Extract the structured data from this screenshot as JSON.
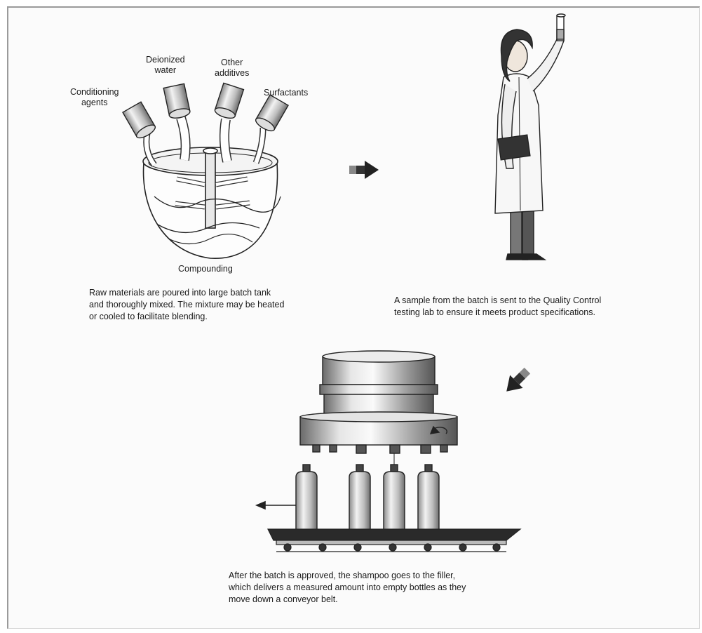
{
  "labels": {
    "conditioning": "Conditioning\nagents",
    "deionized": "Deionized\nwater",
    "other": "Other\nadditives",
    "surfactants": "Surfactants",
    "compounding": "Compounding"
  },
  "captions": {
    "step1": "Raw materials are poured into large batch tank\nand thoroughly mixed. The mixture may be heated\nor cooled to facilitate blending.",
    "step2": "A sample from the batch is sent to the Quality Control\ntesting lab to ensure it meets product specifications.",
    "step3": "After the batch is approved, the shampoo goes to the filler,\nwhich delivers a measured amount into empty bottles as they\nmove down a conveyor belt."
  }
}
